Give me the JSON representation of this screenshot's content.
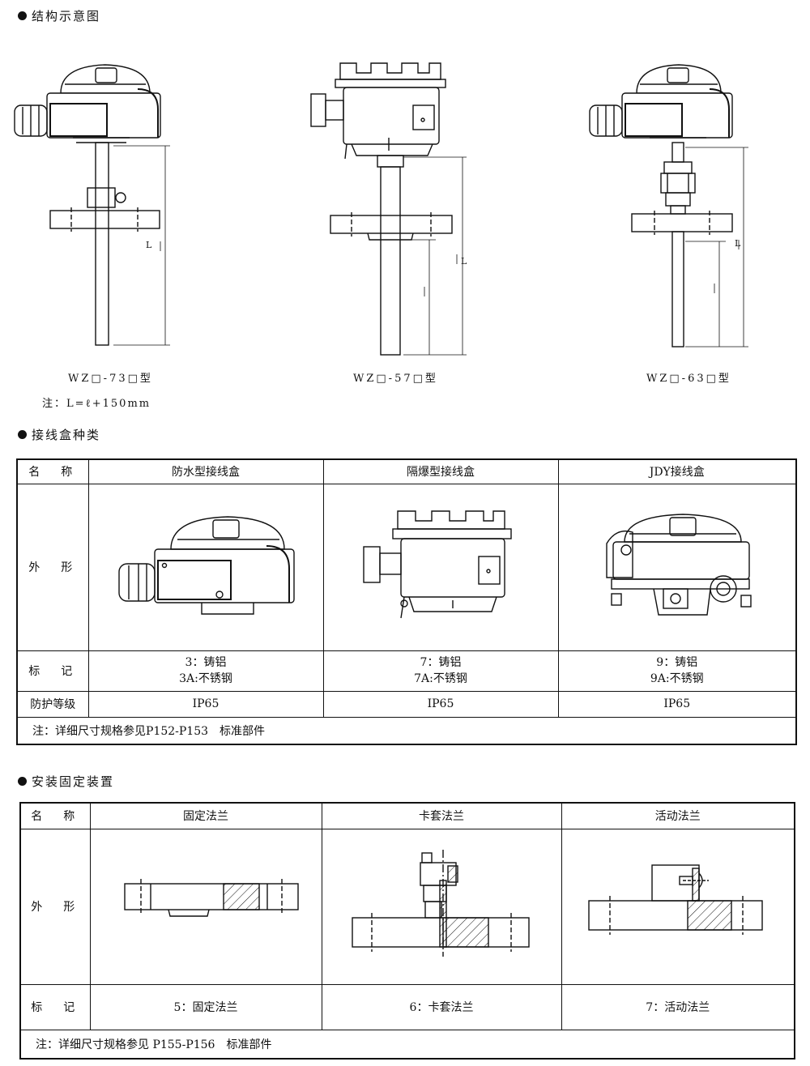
{
  "sections": {
    "structure_title": "结构示意图",
    "junction_title": "接线盒种类",
    "mount_title": "安装固定装置"
  },
  "structure": {
    "models": [
      "WZ□-73□型",
      "WZ□-57□型",
      "WZ□-63□型"
    ],
    "dim_label": "L",
    "note": "注：L=ℓ+150mm"
  },
  "junction_table": {
    "header": {
      "label": "名　称",
      "cols": [
        "防水型接线盒",
        "隔爆型接线盒",
        "JDY接线盒"
      ]
    },
    "appearance_label": "外　形",
    "mark": {
      "label": "标　记",
      "values": [
        [
          "3：铸铝",
          "3A:不锈钢"
        ],
        [
          "7：铸铝",
          "7A:不锈钢"
        ],
        [
          "9：铸铝",
          "9A:不锈钢"
        ]
      ]
    },
    "protection": {
      "label": "防护等级",
      "values": [
        "IP65",
        "IP65",
        "IP65"
      ]
    },
    "note": "注：详细尺寸规格参见P152-P153　标准部件"
  },
  "mount_table": {
    "header": {
      "label": "名　称",
      "cols": [
        "固定法兰",
        "卡套法兰",
        "活动法兰"
      ]
    },
    "appearance_label": "外　形",
    "mark": {
      "label": "标　记",
      "values": [
        "5：固定法兰",
        "6：卡套法兰",
        "7：活动法兰"
      ]
    },
    "note": "注：详细尺寸规格参见 P155-P156　标准部件"
  }
}
